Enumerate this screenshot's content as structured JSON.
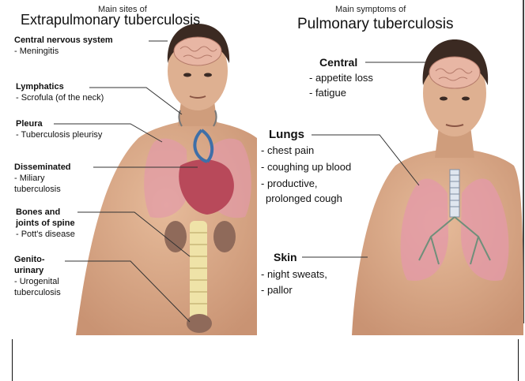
{
  "left_panel": {
    "title_small": "Main sites of",
    "title_big": "Extrapulmonary tuberculosis",
    "sites": [
      {
        "name": "Central nervous system",
        "items": [
          "- Meningitis"
        ]
      },
      {
        "name": "Lymphatics",
        "items": [
          "- Scrofula (of the neck)"
        ]
      },
      {
        "name": "Pleura",
        "items": [
          "- Tuberculosis pleurisy"
        ]
      },
      {
        "name": "Disseminated",
        "items": [
          "- Miliary",
          "tuberculosis"
        ]
      },
      {
        "name_lines": [
          "Bones and",
          "joints of spine"
        ],
        "items": [
          "- Pott's disease"
        ]
      },
      {
        "name_lines": [
          "Genito-",
          "urinary"
        ],
        "items": [
          "- Urogenital",
          "tuberculosis"
        ]
      }
    ]
  },
  "right_panel": {
    "title_small": "Main symptoms of",
    "title_big": "Pulmonary tuberculosis",
    "groups": [
      {
        "name": "Central",
        "items": [
          "- appetite loss",
          "- fatigue"
        ]
      },
      {
        "name": "Lungs",
        "items": [
          "- chest pain",
          "- coughing up blood",
          "- productive,",
          "prolonged cough"
        ]
      },
      {
        "name": "Skin",
        "items": [
          "- night sweats,",
          "- pallor"
        ]
      }
    ]
  },
  "colors": {
    "skin": "#dcae8c",
    "skin_shadow": "#c48f6e",
    "hair": "#3b2a22",
    "brain": "#e8b6a4",
    "lung": "#e39aa8",
    "heart": "#b8495a",
    "kidney": "#8f6a5a",
    "spine": "#efe3a8",
    "leader": "#333333"
  }
}
